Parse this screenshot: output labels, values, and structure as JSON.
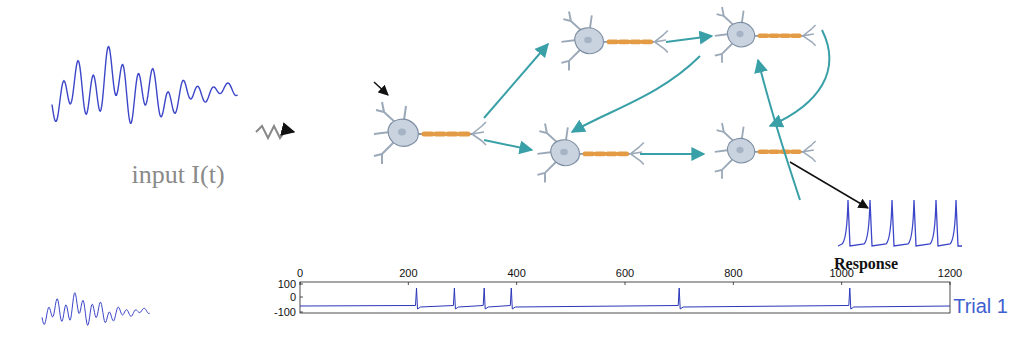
{
  "diagram": {
    "labels": [
      "input I(t)",
      "Response",
      "100",
      "0",
      "200",
      "400",
      "600",
      "800",
      "1000",
      "1200",
      "0",
      "-100",
      "Trial 1"
    ]
  }
}
